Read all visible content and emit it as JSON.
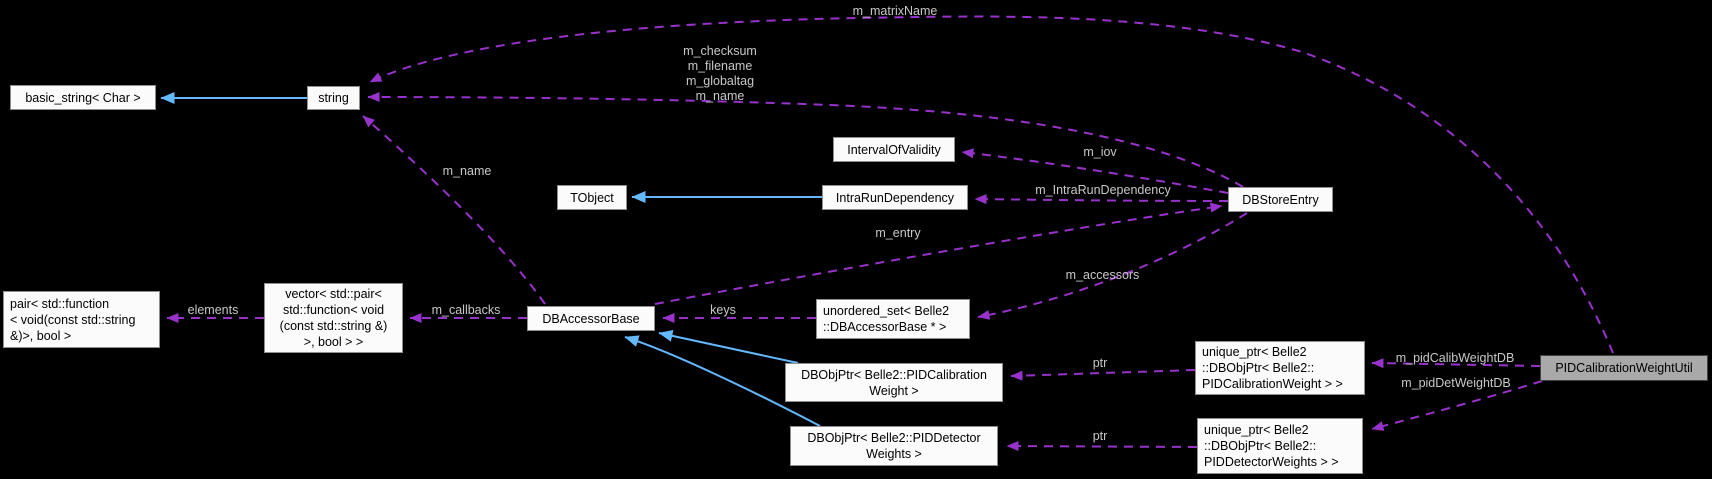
{
  "diagram": {
    "kind": "doxygen-collaboration-graph",
    "focus_class": "PIDCalibrationWeightUtil",
    "colors": {
      "background": "#000000",
      "usage_edge": "#9932CC",
      "inheritance_edge": "#63B8FF",
      "node_background": "#FBFBFB",
      "node_border": "#8E8E8E",
      "node_text": "#000000",
      "highlight_background": "#A9A9A9",
      "edge_label_text": "#C8C8C8"
    },
    "nodes": {
      "basic_string": {
        "label": "basic_string< Char >"
      },
      "string": {
        "label": "string"
      },
      "interval_of_validity": {
        "label": "IntervalOfValidity"
      },
      "tobject": {
        "label": "TObject"
      },
      "intra_run_dependency": {
        "label": "IntraRunDependency"
      },
      "db_store_entry": {
        "label": "DBStoreEntry"
      },
      "pair_fn": {
        "label": "pair< std::function\n< void(const std::string\n&)>, bool >"
      },
      "vector_pair": {
        "label": "vector< std::pair<\nstd::function< void\n(const std::string &)\n>, bool > >"
      },
      "db_accessor_base": {
        "label": "DBAccessorBase"
      },
      "unordered_set": {
        "label": "unordered_set< Belle2\n::DBAccessorBase * >"
      },
      "dbobjptr_calib": {
        "label": "DBObjPtr< Belle2::PIDCalibration\nWeight >"
      },
      "dbobjptr_det": {
        "label": "DBObjPtr< Belle2::PIDDetector\nWeights >"
      },
      "unique_ptr_calib": {
        "label": "unique_ptr< Belle2\n::DBObjPtr< Belle2::\nPIDCalibrationWeight > >"
      },
      "unique_ptr_det": {
        "label": "unique_ptr< Belle2\n::DBObjPtr< Belle2::\nPIDDetectorWeights > >"
      },
      "pid_calibration_weight_util": {
        "label": "PIDCalibrationWeightUtil"
      }
    },
    "labels": {
      "matrix_name": "m_matrixName",
      "db_store_string_members": "m_checksum\nm_filename\nm_globaltag\nm_name",
      "name": "m_name",
      "iov": "m_iov",
      "intra_run": "m_IntraRunDependency",
      "entry": "m_entry",
      "accessors": "m_accessors",
      "keys": "keys",
      "callbacks": "m_callbacks",
      "elements": "elements",
      "ptr_calib": "ptr",
      "ptr_det": "ptr",
      "pid_calib_db": "m_pidCalibWeightDB",
      "pid_det_db": "m_pidDetWeightDB"
    },
    "relations": [
      {
        "from": "string",
        "to": "basic_string< Char >",
        "type": "inheritance"
      },
      {
        "from": "IntraRunDependency",
        "to": "TObject",
        "type": "inheritance"
      },
      {
        "from": "DBObjPtr< Belle2::PIDCalibrationWeight >",
        "to": "DBAccessorBase",
        "type": "inheritance"
      },
      {
        "from": "DBObjPtr< Belle2::PIDDetectorWeights >",
        "to": "DBAccessorBase",
        "type": "inheritance"
      },
      {
        "from": "PIDCalibrationWeightUtil",
        "to": "string",
        "type": "usage",
        "label": "m_matrixName"
      },
      {
        "from": "DBStoreEntry",
        "to": "string",
        "type": "usage",
        "label": "m_checksum m_filename m_globaltag m_name"
      },
      {
        "from": "DBStoreEntry",
        "to": "IntervalOfValidity",
        "type": "usage",
        "label": "m_iov"
      },
      {
        "from": "DBStoreEntry",
        "to": "IntraRunDependency",
        "type": "usage",
        "label": "m_IntraRunDependency"
      },
      {
        "from": "DBAccessorBase",
        "to": "DBStoreEntry",
        "type": "usage",
        "label": "m_entry"
      },
      {
        "from": "DBStoreEntry",
        "to": "unordered_set< Belle2::DBAccessorBase * >",
        "type": "usage",
        "label": "m_accessors"
      },
      {
        "from": "unordered_set< Belle2::DBAccessorBase * >",
        "to": "DBAccessorBase",
        "type": "usage",
        "label": "keys"
      },
      {
        "from": "DBAccessorBase",
        "to": "string",
        "type": "usage",
        "label": "m_name"
      },
      {
        "from": "DBAccessorBase",
        "to": "vector< std::pair< std::function< void(const std::string &) >, bool > >",
        "type": "usage",
        "label": "m_callbacks"
      },
      {
        "from": "vector< std::pair< std::function< void(const std::string &) >, bool > >",
        "to": "pair< std::function< void(const std::string &)>, bool >",
        "type": "usage",
        "label": "elements"
      },
      {
        "from": "unique_ptr< Belle2::DBObjPtr< Belle2::PIDCalibrationWeight > >",
        "to": "DBObjPtr< Belle2::PIDCalibrationWeight >",
        "type": "usage",
        "label": "ptr"
      },
      {
        "from": "unique_ptr< Belle2::DBObjPtr< Belle2::PIDDetectorWeights > >",
        "to": "DBObjPtr< Belle2::PIDDetectorWeights >",
        "type": "usage",
        "label": "ptr"
      },
      {
        "from": "PIDCalibrationWeightUtil",
        "to": "unique_ptr< Belle2::DBObjPtr< Belle2::PIDCalibrationWeight > >",
        "type": "usage",
        "label": "m_pidCalibWeightDB"
      },
      {
        "from": "PIDCalibrationWeightUtil",
        "to": "unique_ptr< Belle2::DBObjPtr< Belle2::PIDDetectorWeights > >",
        "type": "usage",
        "label": "m_pidDetWeightDB"
      }
    ]
  }
}
